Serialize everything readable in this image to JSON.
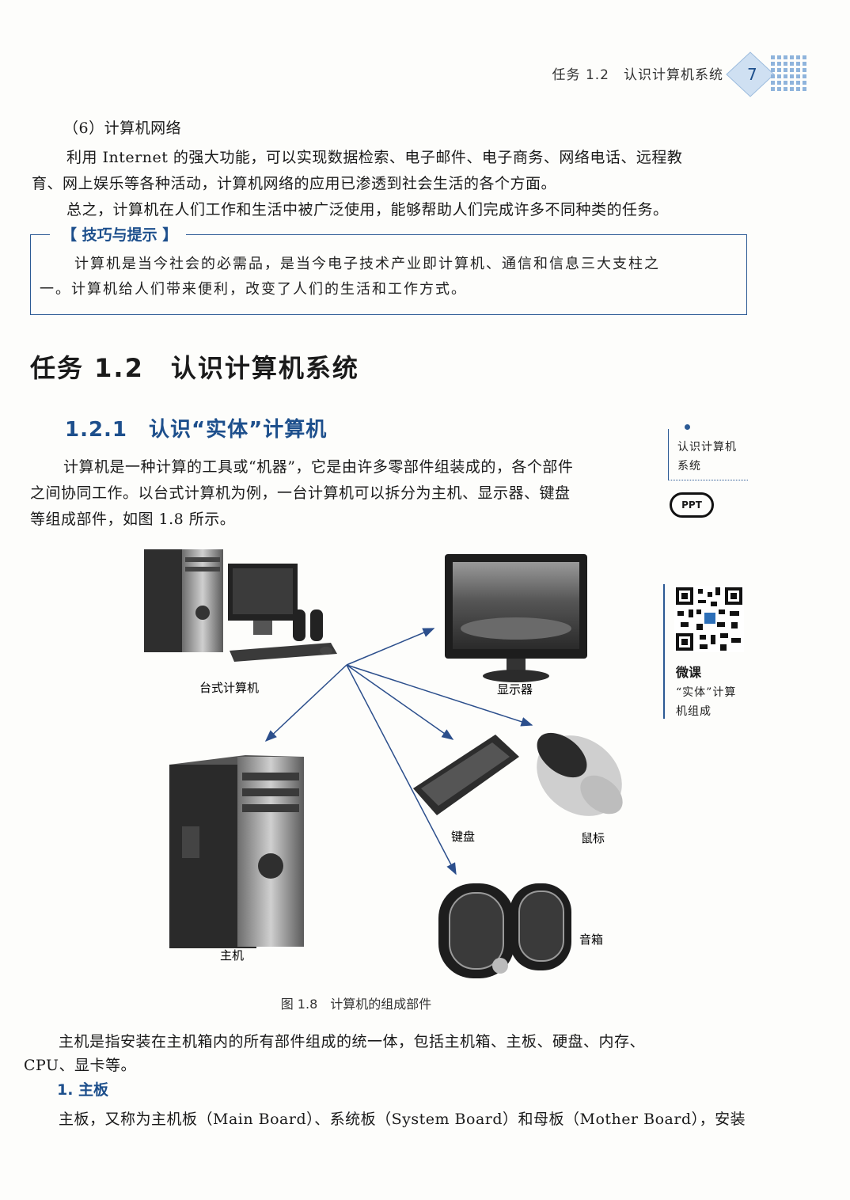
{
  "header": {
    "section": "任务 1.2　认识计算机系统",
    "page_number": "7"
  },
  "section6": {
    "title": "（6）计算机网络",
    "para1_line1": "利用 Internet 的强大功能，可以实现数据检索、电子邮件、电子商务、网络电话、远程教",
    "para1_line2": "育、网上娱乐等各种活动，计算机网络的应用已渗透到社会生活的各个方面。",
    "para2": "总之，计算机在人们工作和生活中被广泛使用，能够帮助人们完成许多不同种类的任务。"
  },
  "tip": {
    "title": "【 技巧与提示 】",
    "line1": "计算机是当今社会的必需品，是当今电子技术产业即计算机、通信和信息三大支柱之",
    "line2": "一。计算机给人们带来便利，改变了人们的生活和工作方式。"
  },
  "task_heading": "任务 1.2　认识计算机系统",
  "subsection": {
    "title": "1.2.1　认识“实体”计算机",
    "line1": "计算机是一种计算的工具或“机器”，它是由许多零部件组装成的，各个部件",
    "line2": "之间协同工作。以台式计算机为例，一台计算机可以拆分为主机、显示器、键盘",
    "line3": "等组成部件，如图 1.8 所示。"
  },
  "sidebar": {
    "note_line1": "认识计算机",
    "note_line2": "系统",
    "ppt_label": "PPT",
    "micro_title": "微课",
    "micro_line1": "“实体”计算",
    "micro_line2": "机组成"
  },
  "figure": {
    "labels": {
      "desktop": "台式计算机",
      "monitor": "显示器",
      "host": "主机",
      "keyboard": "键盘",
      "mouse": "鼠标",
      "speakers": "音箱"
    },
    "caption": "图 1.8　计算机的组成部件"
  },
  "host_para": {
    "line1": "主机是指安装在主机箱内的所有部件组成的统一体，包括主机箱、主板、硬盘、内存、",
    "line2": "CPU、显卡等。"
  },
  "mainboard": {
    "title": "1. 主板",
    "line1": "主板，又称为主机板（Main Board）、系统板（System Board）和母板（Mother Board），安装"
  }
}
